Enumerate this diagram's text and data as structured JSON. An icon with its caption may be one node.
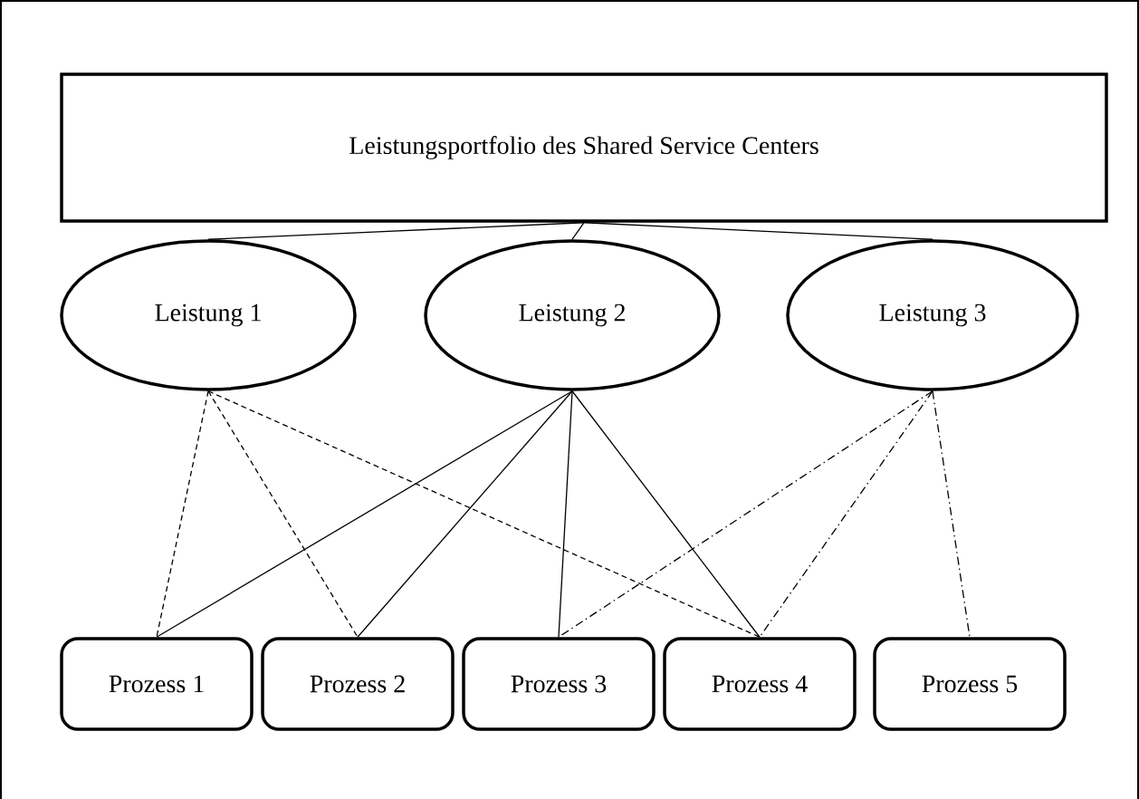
{
  "diagram": {
    "nodes": [
      {
        "text": [
          "Leistungsportfolio des Shared Service Centers"
        ]
      },
      {
        "text": [
          "Leistung 1"
        ]
      },
      {
        "text": [
          "Leistung 2"
        ]
      },
      {
        "text": [
          "Leistung 3"
        ]
      },
      {
        "text": [
          "Prozess 1"
        ]
      },
      {
        "text": [
          "Prozess 2"
        ]
      },
      {
        "text": [
          "Prozess 3"
        ]
      },
      {
        "text": [
          "Prozess 4"
        ]
      },
      {
        "text": [
          "Prozess 5"
        ]
      }
    ],
    "edges": [
      {
        "from": 0,
        "to": 1,
        "arrow": "none"
      },
      {
        "from": 0,
        "to": 2,
        "arrow": "none"
      },
      {
        "from": 0,
        "to": 3,
        "arrow": "none"
      },
      {
        "from": 1,
        "to": 4,
        "arrow": "none",
        "style": "dashed"
      },
      {
        "from": 1,
        "to": 5,
        "arrow": "none",
        "style": "dashed"
      },
      {
        "from": 1,
        "to": 7,
        "arrow": "none",
        "style": "dashed"
      },
      {
        "from": 2,
        "to": 4,
        "arrow": "none"
      },
      {
        "from": 2,
        "to": 5,
        "arrow": "none"
      },
      {
        "from": 2,
        "to": 6,
        "arrow": "none"
      },
      {
        "from": 2,
        "to": 7,
        "arrow": "none"
      },
      {
        "from": 3,
        "to": 6,
        "arrow": "none",
        "style": "dashed"
      },
      {
        "from": 3,
        "to": 7,
        "arrow": "none",
        "style": "dashed"
      },
      {
        "from": 3,
        "to": 8,
        "arrow": "none",
        "style": "dashed"
      }
    ]
  }
}
